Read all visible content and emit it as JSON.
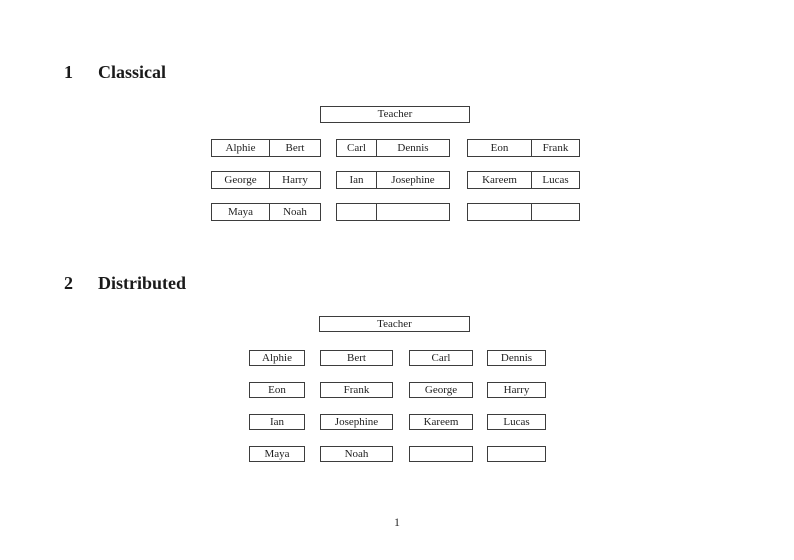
{
  "document": {
    "page_number": "1"
  },
  "sections": [
    {
      "number": "1",
      "title": "Classical",
      "teacher_label": "Teacher",
      "desks": [
        [
          [
            "Alphie",
            "Bert"
          ],
          [
            "Carl",
            "Dennis"
          ],
          [
            "Eon",
            "Frank"
          ]
        ],
        [
          [
            "George",
            "Harry"
          ],
          [
            "Ian",
            "Josephine"
          ],
          [
            "Kareem",
            "Lucas"
          ]
        ],
        [
          [
            "Maya",
            "Noah"
          ],
          [
            "",
            ""
          ],
          [
            "",
            ""
          ]
        ]
      ]
    },
    {
      "number": "2",
      "title": "Distributed",
      "teacher_label": "Teacher",
      "desks": [
        [
          "Alphie",
          "Bert",
          "Carl",
          "Dennis"
        ],
        [
          "Eon",
          "Frank",
          "George",
          "Harry"
        ],
        [
          "Ian",
          "Josephine",
          "Kareem",
          "Lucas"
        ],
        [
          "Maya",
          "Noah",
          "",
          ""
        ]
      ]
    }
  ]
}
